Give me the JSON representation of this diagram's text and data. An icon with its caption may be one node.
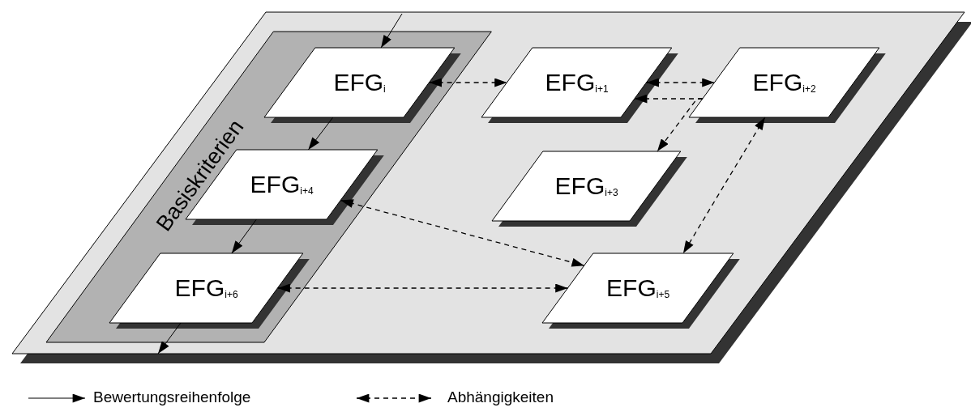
{
  "diagram": {
    "nodes": [
      {
        "text": [
          "Basiskriterien"
        ]
      },
      {
        "text": [
          "EFG$_{i}$"
        ],
        "in": 0
      },
      {
        "text": [
          "EFG$_{i+1}$"
        ]
      },
      {
        "text": [
          "EFG$_{i+2}$"
        ]
      },
      {
        "text": [
          "EFG$_{i+4}$"
        ],
        "in": 0
      },
      {
        "text": [
          "EFG$_{i+3}$"
        ]
      },
      {
        "text": [
          "EFG$_{i+6}$"
        ],
        "in": 0
      },
      {
        "text": [
          "EFG$_{i+5}$"
        ]
      }
    ],
    "edges": [
      {
        "from": null,
        "to": 1,
        "arrow": "to"
      },
      {
        "from": 1,
        "to": 4,
        "arrow": "to"
      },
      {
        "from": 4,
        "to": 6,
        "arrow": "to"
      },
      {
        "from": 6,
        "to": null,
        "arrow": "to"
      },
      {
        "from": 1,
        "to": 2,
        "arrow": "both",
        "style": "dashed"
      },
      {
        "from": 2,
        "to": 3,
        "arrow": "both",
        "style": "dashed"
      },
      {
        "from": 3,
        "to": 2,
        "arrow": "to",
        "style": "dashed"
      },
      {
        "from": 3,
        "to": 5,
        "arrow": "to",
        "style": "dashed"
      },
      {
        "from": 3,
        "to": 7,
        "arrow": "both",
        "style": "dashed"
      },
      {
        "from": 4,
        "to": 7,
        "arrow": "both",
        "style": "dashed"
      },
      {
        "from": 6,
        "to": 7,
        "arrow": "both",
        "style": "dashed"
      }
    ],
    "legend": [
      {
        "text": "Bewertungsreihenfolge"
      },
      {
        "text": "Abhängigkeiten"
      }
    ]
  }
}
